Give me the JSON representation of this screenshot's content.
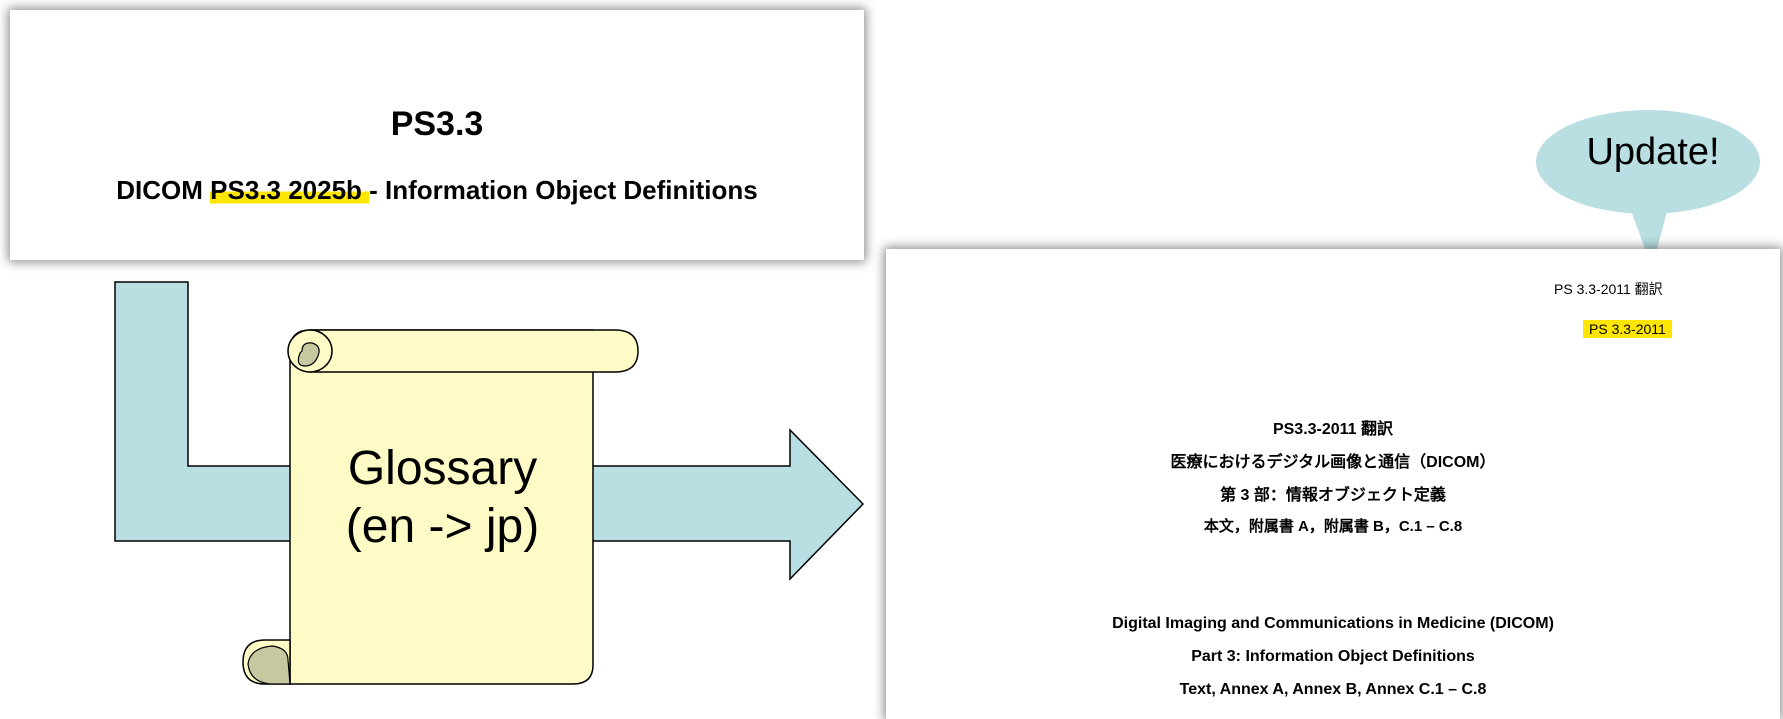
{
  "english_doc": {
    "title": "PS3.3",
    "subtitle_prefix": "DICOM ",
    "subtitle_highlight": "PS3.3 2025b ",
    "subtitle_suffix": "- Information Object Definitions",
    "highlight_color": "#ffe600"
  },
  "glossary": {
    "line1": "Glossary",
    "line2": "(en -> jp)",
    "scroll_color": "#fffbc6",
    "scroll_curl_color": "#c8c8a0"
  },
  "arrow_color": "#b9dfe3",
  "japanese_doc": {
    "header_right": "PS 3.3-2011 翻訳",
    "header_highlight": "PS 3.3-2011",
    "title_jp": "PS3.3-2011 翻訳",
    "line_jp_1": "医療におけるデジタル画像と通信（DICOM）",
    "line_jp_2": "第 3 部：情報オブジェクト定義",
    "line_jp_3": "本文，附属書 A，附属書 B，C.1 – C.8",
    "line_en_1": "Digital Imaging and Communications in Medicine (DICOM)",
    "line_en_2": "Part 3: Information Object Definitions",
    "line_en_3": "Text, Annex A, Annex B, Annex C.1 – C.8"
  },
  "callout": {
    "text": "Update!",
    "color": "#b9dfe3"
  }
}
